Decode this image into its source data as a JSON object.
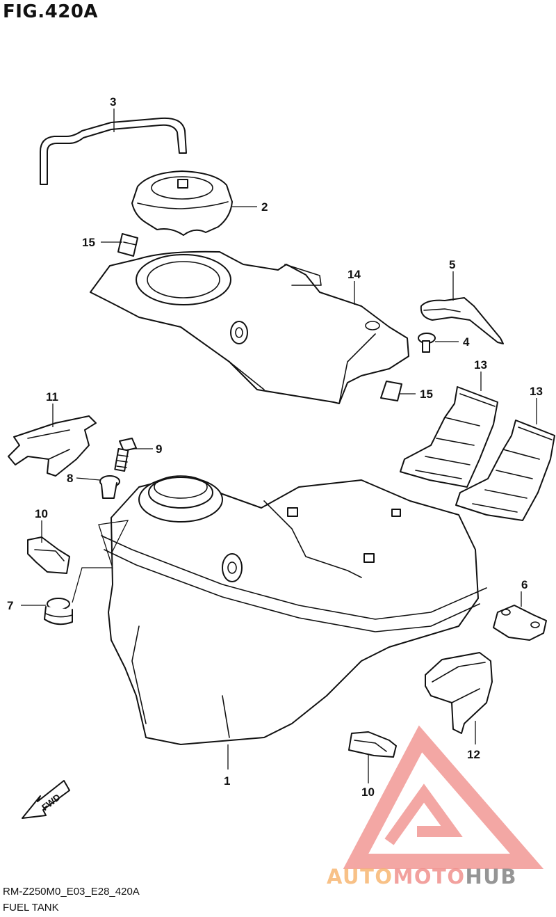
{
  "figure": {
    "title": "FIG.420A",
    "model_code": "RM-Z250M0_E03_E28_420A",
    "caption": "FUEL TANK"
  },
  "callouts": [
    "1",
    "2",
    "3",
    "4",
    "5",
    "6",
    "7",
    "8",
    "9",
    "10",
    "10",
    "11",
    "12",
    "13",
    "13",
    "14",
    "15",
    "15"
  ],
  "fwd_label": "FWD",
  "watermark": {
    "part1": "AUTO",
    "part2": "MOTO",
    "part3": "HUB",
    "colors": {
      "auto": "#f7b26a",
      "moto": "#f08a86",
      "hub": "#7b7b7b",
      "logo": "#f08a86"
    }
  }
}
